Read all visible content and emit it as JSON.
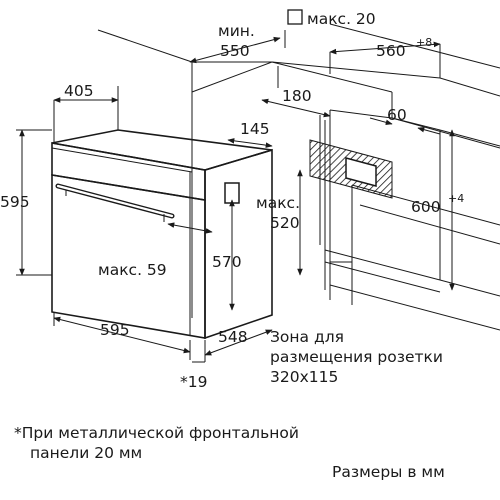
{
  "labels": {
    "min_label": "мин.",
    "min_value": "550",
    "max20": "макс. 20",
    "w560": "560",
    "w560_tol": "+8",
    "d405": "405",
    "d180": "180",
    "d145": "145",
    "d60": "60",
    "h595": "595",
    "max520_label": "макс.",
    "max520_value": "520",
    "h600": "600",
    "h600_tol": "+4",
    "h570": "570",
    "max59": "макс. 59",
    "w595": "595",
    "d548": "548",
    "star19": "*19"
  },
  "notes": {
    "socket_line1": "Зона для",
    "socket_line2": "размещения розетки",
    "socket_line3": "320x115",
    "footnote_line1": "*При металлической фронтальной",
    "footnote_line2": "панели 20 мм",
    "units": "Размеры в мм"
  }
}
